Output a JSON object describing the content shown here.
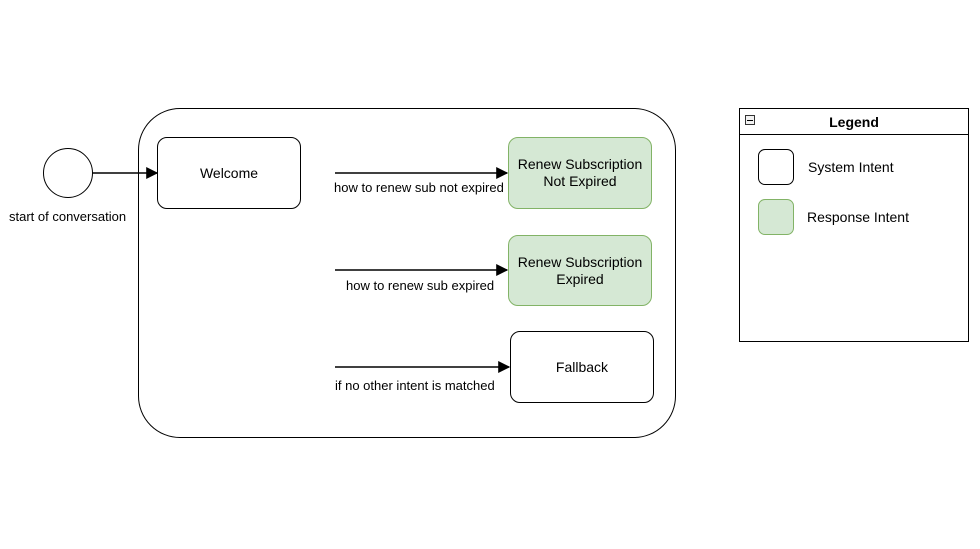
{
  "diagram": {
    "start_label": "start of conversation",
    "nodes": {
      "welcome": "Welcome",
      "renew_not_expired": "Renew Subscription\nNot Expired",
      "renew_expired": "Renew Subscription\nExpired",
      "fallback": "Fallback"
    },
    "edges": {
      "not_expired": "how to renew sub not expired",
      "expired": "how to renew sub expired",
      "fallback": "if no other intent is matched"
    },
    "colors": {
      "response_fill": "#d5e8d4",
      "response_stroke": "#82b366",
      "system_fill": "#ffffff",
      "stroke": "#000000"
    }
  },
  "legend": {
    "title": "Legend",
    "items": [
      {
        "label": "System Intent"
      },
      {
        "label": "Response Intent"
      }
    ]
  }
}
